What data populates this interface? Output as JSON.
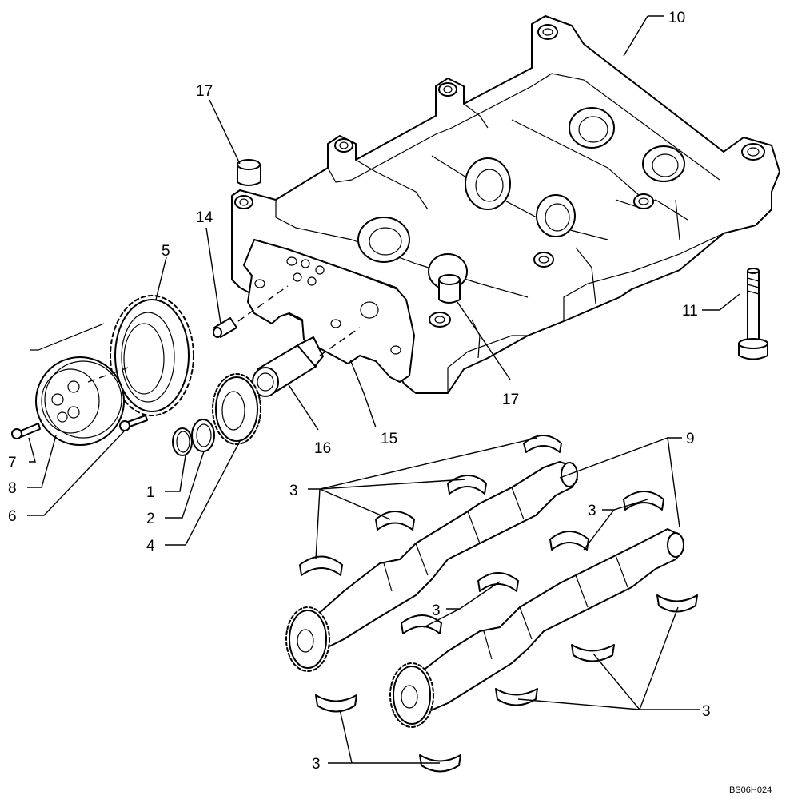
{
  "callouts": {
    "c1": "1",
    "c2": "2",
    "c3a": "3",
    "c3b": "3",
    "c3c": "3",
    "c3d": "3",
    "c3e": "3",
    "c4": "4",
    "c5": "5",
    "c6": "6",
    "c7": "7",
    "c8": "8",
    "c9": "9",
    "c10": "10",
    "c11": "11",
    "c14": "14",
    "c15": "15",
    "c16": "16",
    "c17a": "17",
    "c17b": "17"
  },
  "reference_code": "BS06H024"
}
